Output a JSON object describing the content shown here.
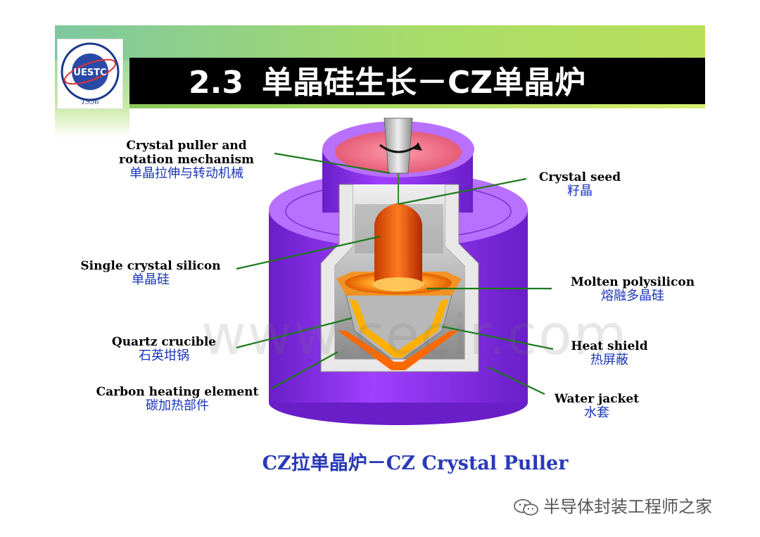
{
  "slide": {
    "section_number": "2.3",
    "title_text": "单晶硅生长－CZ单晶炉",
    "logo": {
      "letters": "UESTC",
      "year": "1956",
      "label": "university-seal"
    },
    "colors": {
      "header_black": "#000000",
      "header_green": "#a8dc6a",
      "furnace_purple": "#8a2be2",
      "label_chinese_blue": "#1a34b8",
      "leader_line_green": "#1b7a1b",
      "caption_blue": "#2a3ab8"
    }
  },
  "labels": [
    {
      "id": "crystal-puller",
      "en": "Crystal puller and\nrotation mechanism",
      "zh": "单晶拉伸与转动机械"
    },
    {
      "id": "crystal-seed",
      "en": "Crystal seed",
      "zh": "籽晶"
    },
    {
      "id": "single-crystal-silicon",
      "en": "Single crystal silicon",
      "zh": "单晶硅"
    },
    {
      "id": "molten-polysilicon",
      "en": "Molten polysilicon",
      "zh": "熔融多晶硅"
    },
    {
      "id": "quartz-crucible",
      "en": "Quartz crucible",
      "zh": "石英坩锅"
    },
    {
      "id": "heat-shield",
      "en": "Heat shield",
      "zh": "热屏蔽"
    },
    {
      "id": "carbon-heating",
      "en": "Carbon heating element",
      "zh": "碳加热部件"
    },
    {
      "id": "water-jacket",
      "en": "Water jacket",
      "zh": "水套"
    }
  ],
  "caption": "CZ拉单晶炉－CZ Crystal Puller",
  "background_watermark": "www.cecir.com",
  "footer_watermark": "半导体封装工程师之家"
}
